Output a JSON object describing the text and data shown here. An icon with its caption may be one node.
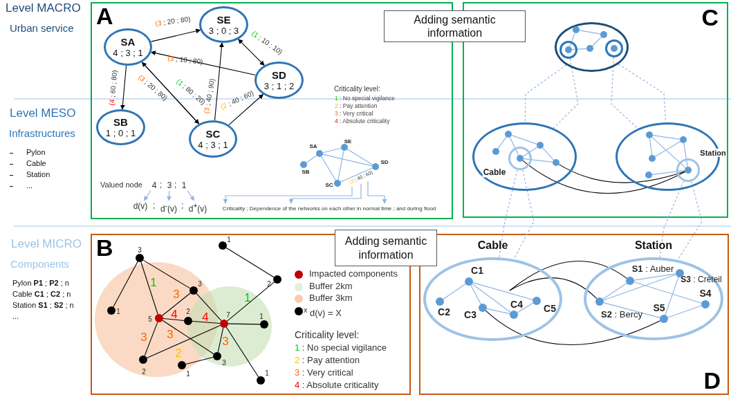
{
  "diagram": {
    "nodes": [
      {
        "text": [
          "A"
        ]
      },
      {
        "text": [
          "SA",
          "4 ; 3 ; 1"
        ],
        "in": 0
      },
      {
        "text": [
          "SE",
          "3 ; 0 ; 3"
        ],
        "in": 0
      },
      {
        "text": [
          "SD",
          "3 ; 1 ; 2"
        ],
        "in": 0
      },
      {
        "text": [
          "SB",
          "1 ; 0 ; 1"
        ],
        "in": 0
      },
      {
        "text": [
          "SC",
          "4 ; 3 ; 1"
        ],
        "in": 0
      },
      {
        "text": [],
        "shape": "circle",
        "beside": [
          "SA"
        ],
        "in": 0
      },
      {
        "text": [],
        "shape": "circle",
        "beside": [
          "SE"
        ],
        "in": 0
      },
      {
        "text": [],
        "shape": "circle",
        "beside": [
          "SD"
        ],
        "in": 0
      },
      {
        "text": [],
        "shape": "circle",
        "beside": [
          "SB"
        ],
        "in": 0
      },
      {
        "text": [],
        "shape": "circle",
        "beside": [
          "SC"
        ],
        "in": 0
      },
      {
        "text": [
          "Criticality ; Dependence of the networks on each other in normal time ; and during flood"
        ],
        "in": 0
      },
      {
        "text": [
          "4"
        ],
        "in": 0
      },
      {
        "text": [
          "3"
        ],
        "in": 0
      },
      {
        "text": [
          "1"
        ],
        "in": 0
      },
      {
        "text": [
          "d(v)"
        ],
        "in": 0
      },
      {
        "text": [
          "d$^{-}$(v)"
        ],
        "in": 0
      },
      {
        "text": [
          "d$^{+}$(v)"
        ],
        "in": 0
      },
      {
        "text": [
          "Adding semantic information"
        ]
      },
      {
        "text": [
          "C"
        ]
      },
      {
        "text": [],
        "shape": "ellipse",
        "in": 19
      },
      {
        "text": [],
        "shape": "circle",
        "in": 20
      },
      {
        "text": [],
        "shape": "circle",
        "in": 20
      },
      {
        "text": [],
        "shape": "circle",
        "in": 20
      },
      {
        "text": [],
        "shape": "circle",
        "in": 23
      },
      {
        "text": [],
        "shape": "circle",
        "in": 20
      },
      {
        "text": [],
        "shape": "circle",
        "in": 20
      },
      {
        "text": [],
        "shape": "circle",
        "in": 26
      },
      {
        "text": [],
        "shape": "ellipse",
        "in": 19
      },
      {
        "text": [],
        "shape": "circle",
        "in": 28
      },
      {
        "text": [],
        "shape": "circle",
        "in": 28
      },
      {
        "text": [],
        "shape": "circle",
        "in": 28
      },
      {
        "text": [],
        "shape": "circle",
        "beside": [
          "Cable"
        ],
        "in": 28
      },
      {
        "text": [],
        "shape": "circle",
        "in": 32
      },
      {
        "text": [],
        "shape": "circle",
        "in": 28
      },
      {
        "text": [],
        "shape": "ellipse",
        "in": 19
      },
      {
        "text": [],
        "shape": "circle",
        "in": 35
      },
      {
        "text": [],
        "shape": "circle",
        "in": 35
      },
      {
        "text": [],
        "shape": "circle",
        "in": 35
      },
      {
        "text": [],
        "shape": "circle",
        "beside": [
          "Station"
        ],
        "in": 35
      },
      {
        "text": [],
        "shape": "circle",
        "in": 39
      },
      {
        "text": [],
        "shape": "circle",
        "in": 35
      },
      {
        "text": [
          "B"
        ]
      },
      {
        "text": [],
        "shape": "circle",
        "beside": [
          "1"
        ],
        "in": 42
      },
      {
        "text": [],
        "shape": "circle",
        "beside": [
          "3"
        ],
        "in": 42
      },
      {
        "text": [],
        "shape": "circle",
        "beside": [
          "2"
        ],
        "in": 42
      },
      {
        "text": [],
        "shape": "circle",
        "beside": [
          "3"
        ],
        "in": 42
      },
      {
        "text": [],
        "shape": "circle",
        "beside": [
          "1"
        ],
        "in": 42
      },
      {
        "text": [],
        "shape": "circle",
        "beside": [
          "5"
        ],
        "in": 42
      },
      {
        "text": [],
        "shape": "circle",
        "beside": [
          "2"
        ],
        "in": 42
      },
      {
        "text": [],
        "shape": "circle",
        "beside": [
          "7"
        ],
        "in": 42
      },
      {
        "text": [],
        "shape": "circle",
        "beside": [
          "1"
        ],
        "in": 42
      },
      {
        "text": [],
        "shape": "circle",
        "beside": [
          "3"
        ],
        "in": 42
      },
      {
        "text": [],
        "shape": "circle",
        "beside": [
          "2"
        ],
        "in": 42
      },
      {
        "text": [],
        "shape": "circle",
        "beside": [
          "1"
        ],
        "in": 42
      },
      {
        "text": [],
        "shape": "circle",
        "beside": [
          "1"
        ],
        "in": 42
      },
      {
        "text": [
          "Adding semantic information"
        ]
      },
      {
        "text": [
          "D"
        ]
      },
      {
        "text": [
          "Cable"
        ],
        "in": 57
      },
      {
        "text": [],
        "shape": "circle",
        "beside": [
          "C1"
        ],
        "in": 58
      },
      {
        "text": [],
        "shape": "circle",
        "beside": [
          "C2"
        ],
        "in": 58
      },
      {
        "text": [],
        "shape": "circle",
        "beside": [
          "C3"
        ],
        "in": 58
      },
      {
        "text": [],
        "shape": "circle",
        "beside": [
          "C4"
        ],
        "in": 58
      },
      {
        "text": [],
        "shape": "circle",
        "beside": [
          "C5"
        ],
        "in": 58
      },
      {
        "text": [
          "Station"
        ],
        "in": 57
      },
      {
        "text": [],
        "shape": "circle",
        "beside": [
          "**S1** : Auber"
        ],
        "in": 64
      },
      {
        "text": [],
        "shape": "circle",
        "beside": [
          "**S3** : Créteil"
        ],
        "in": 64
      },
      {
        "text": [],
        "shape": "circle",
        "beside": [
          "S4"
        ],
        "in": 64
      },
      {
        "text": [],
        "shape": "circle",
        "beside": [
          "**S2** : Bercy"
        ],
        "in": 64
      },
      {
        "text": [],
        "shape": "circle",
        "beside": [
          "S5"
        ],
        "in": 64
      }
    ],
    "edges": [
      {
        "from": 1,
        "to": 2,
        "arrow": "to",
        "label": "(3 ; 20 ; 80)",
        "color": "#000000"
      },
      {
        "from": 2,
        "to": 3,
        "arrow": "both",
        "label": "(1 ; 10 ; 10)",
        "color": "#000000"
      },
      {
        "from": 3,
        "to": 1,
        "arrow": "to",
        "label": "(3 ; 10 ; 80)",
        "color": "#000000"
      },
      {
        "from": 1,
        "to": 4,
        "arrow": "to",
        "label": "(4 ; 60 ; 80)",
        "color": "#000000"
      },
      {
        "from": 1,
        "to": 5,
        "arrow": "to",
        "label": "(3 ; 20 ; 80)",
        "color": "#000000"
      },
      {
        "from": 5,
        "to": 1,
        "arrow": "to",
        "label": "(1 ; 80 ; 20)",
        "color": "#000000"
      },
      {
        "from": 5,
        "to": 2,
        "arrow": "to",
        "label": "(3 ; 40 ; 90)",
        "color": "#000000"
      },
      {
        "from": 5,
        "to": 3,
        "arrow": "to",
        "label": "(2 ; 40 ; 60)",
        "color": "#000000"
      },
      {
        "from": 6,
        "to": 9,
        "arrow": "none"
      },
      {
        "from": 6,
        "to": 7,
        "arrow": "none"
      },
      {
        "from": 6,
        "to": 8,
        "arrow": "none"
      },
      {
        "from": 6,
        "to": 10,
        "arrow": "none"
      },
      {
        "from": 7,
        "to": 10,
        "arrow": "none"
      },
      {
        "from": 7,
        "to": 8,
        "arrow": "none"
      },
      {
        "from": 10,
        "to": 8,
        "arrow": "none",
        "label": "(2 ; 40 ; 60)"
      },
      {
        "from": null,
        "to": 11,
        "arrow": "to"
      },
      {
        "from": null,
        "to": 11,
        "arrow": "to"
      },
      {
        "from": null,
        "to": 11,
        "arrow": "to"
      },
      {
        "from": 12,
        "to": 15,
        "arrow": "to"
      },
      {
        "from": 13,
        "to": 16,
        "arrow": "to"
      },
      {
        "from": 14,
        "to": 17,
        "arrow": "to"
      },
      {
        "from": 21,
        "to": 22,
        "arrow": "none"
      },
      {
        "from": 21,
        "to": 24,
        "arrow": "none"
      },
      {
        "from": 24,
        "to": 25,
        "arrow": "none"
      },
      {
        "from": 25,
        "to": 22,
        "arrow": "none"
      },
      {
        "from": 29,
        "to": 30,
        "arrow": "none"
      },
      {
        "from": 29,
        "to": 33,
        "arrow": "none"
      },
      {
        "from": 29,
        "to": 31,
        "arrow": "none"
      },
      {
        "from": 33,
        "to": 31,
        "arrow": "none"
      },
      {
        "from": 33,
        "to": 34,
        "arrow": "none"
      },
      {
        "from": 31,
        "to": 34,
        "arrow": "none"
      },
      {
        "from": 36,
        "to": 37,
        "arrow": "none"
      },
      {
        "from": 36,
        "to": 38,
        "arrow": "none"
      },
      {
        "from": 36,
        "to": 40,
        "arrow": "none"
      },
      {
        "from": 37,
        "to": 38,
        "arrow": "none"
      },
      {
        "from": 37,
        "to": 40,
        "arrow": "none"
      },
      {
        "from": 41,
        "to": 40,
        "arrow": "none"
      },
      {
        "from": 33,
        "to": 40,
        "arrow": "none",
        "color": "#000000"
      },
      {
        "from": 34,
        "to": 40,
        "arrow": "none",
        "color": "#000000"
      },
      {
        "from": 20,
        "to": 28,
        "arrow": "none",
        "style": "dashed"
      },
      {
        "from": 23,
        "to": 28,
        "arrow": "none",
        "style": "dashed"
      },
      {
        "from": 26,
        "to": 35,
        "arrow": "none",
        "style": "dashed"
      },
      {
        "from": 20,
        "to": 35,
        "arrow": "none",
        "style": "dashed"
      },
      {
        "from": 32,
        "to": 58,
        "arrow": "none",
        "style": "dashed"
      },
      {
        "from": 32,
        "to": 58,
        "arrow": "none",
        "style": "dashed"
      },
      {
        "from": 39,
        "to": 64,
        "arrow": "none",
        "style": "dashed"
      },
      {
        "from": 39,
        "to": 64,
        "arrow": "none",
        "style": "dashed"
      },
      {
        "from": 44,
        "to": 47,
        "arrow": "none",
        "color": "#000000"
      },
      {
        "from": 44,
        "to": 48,
        "arrow": "none",
        "label": "1",
        "color": "#000000"
      },
      {
        "from": 44,
        "to": 46,
        "arrow": "none",
        "color": "#000000"
      },
      {
        "from": 46,
        "to": 48,
        "arrow": "none",
        "label": "3",
        "color": "#000000"
      },
      {
        "from": 46,
        "to": 50,
        "arrow": "none",
        "color": "#000000"
      },
      {
        "from": 48,
        "to": 49,
        "arrow": "none",
        "label": "4",
        "color": "#000000"
      },
      {
        "from": 49,
        "to": 50,
        "arrow": "none",
        "label": "4",
        "color": "#000000"
      },
      {
        "from": 48,
        "to": 53,
        "arrow": "none",
        "label": "3",
        "color": "#000000"
      },
      {
        "from": 48,
        "to": 52,
        "arrow": "none",
        "label": "3",
        "color": "#000000"
      },
      {
        "from": 53,
        "to": 50,
        "arrow": "none",
        "label": "2",
        "color": "#000000"
      },
      {
        "from": 50,
        "to": 52,
        "arrow": "none",
        "label": "3",
        "color": "#000000"
      },
      {
        "from": 50,
        "to": 51,
        "arrow": "none",
        "color": "#000000"
      },
      {
        "from": 50,
        "to": 45,
        "arrow": "none",
        "label": "1",
        "color": "#000000"
      },
      {
        "from": 50,
        "to": 55,
        "arrow": "none",
        "color": "#000000"
      },
      {
        "from": 43,
        "to": 45,
        "arrow": "none",
        "color": "#000000"
      },
      {
        "from": 54,
        "to": 52,
        "arrow": "none",
        "color": "#000000"
      },
      {
        "from": 59,
        "to": 60,
        "arrow": "none"
      },
      {
        "from": 59,
        "to": 61,
        "arrow": "none"
      },
      {
        "from": 59,
        "to": 62,
        "arrow": "none"
      },
      {
        "from": 59,
        "to": 63,
        "arrow": "none"
      },
      {
        "from": 61,
        "to": 62,
        "arrow": "none"
      },
      {
        "from": 62,
        "to": 63,
        "arrow": "none"
      },
      {
        "from": 65,
        "to": 66,
        "arrow": "none"
      },
      {
        "from": 65,
        "to": 68,
        "arrow": "none"
      },
      {
        "from": 68,
        "to": 66,
        "arrow": "none"
      },
      {
        "from": 68,
        "to": 69,
        "arrow": "none"
      },
      {
        "from": 65,
        "to": 67,
        "arrow": "none"
      },
      {
        "from": 66,
        "to": 69,
        "arrow": "none"
      },
      {
        "from": 69,
        "to": 67,
        "arrow": "none"
      },
      {
        "from": null,
        "to": 65,
        "arrow": "none",
        "color": "#000000"
      },
      {
        "from": null,
        "to": 68,
        "arrow": "none",
        "color": "#000000"
      },
      {
        "from": 61,
        "to": 69,
        "arrow": "none",
        "color": "#000000"
      }
    ],
    "labels": [
      "Level MACRO",
      "Urban service",
      "Level MESO",
      "Infrastructures",
      "Pylon",
      "Cable",
      "Station",
      "...",
      "Level MICRO",
      "Components",
      "Pylon **P1** ; **P2** ; n",
      "Cable **C1** ; **C2** ; n",
      "Station **S1** ; **S2** ; n",
      "...",
      "Criticality level:",
      "1 : No special vigilance",
      "2 : Pay attention",
      "3 : Very critical",
      "4 : Absolute criticality",
      "Valued node",
      ";",
      ";",
      ";",
      ";",
      "Criticality level:",
      "1 : No special vigilance",
      "2 : Pay attention",
      "3 : Very critical",
      "4 : Absolute criticality"
    ],
    "legend": [
      {
        "text": "Impacted components",
        "color": "#c00000"
      },
      {
        "text": "Buffer 2km",
        "color": "#e2efd9"
      },
      {
        "text": "Buffer 3km",
        "color": "#f8cbad"
      },
      {
        "text": "$^{x}$ d(v) = X"
      }
    ]
  }
}
